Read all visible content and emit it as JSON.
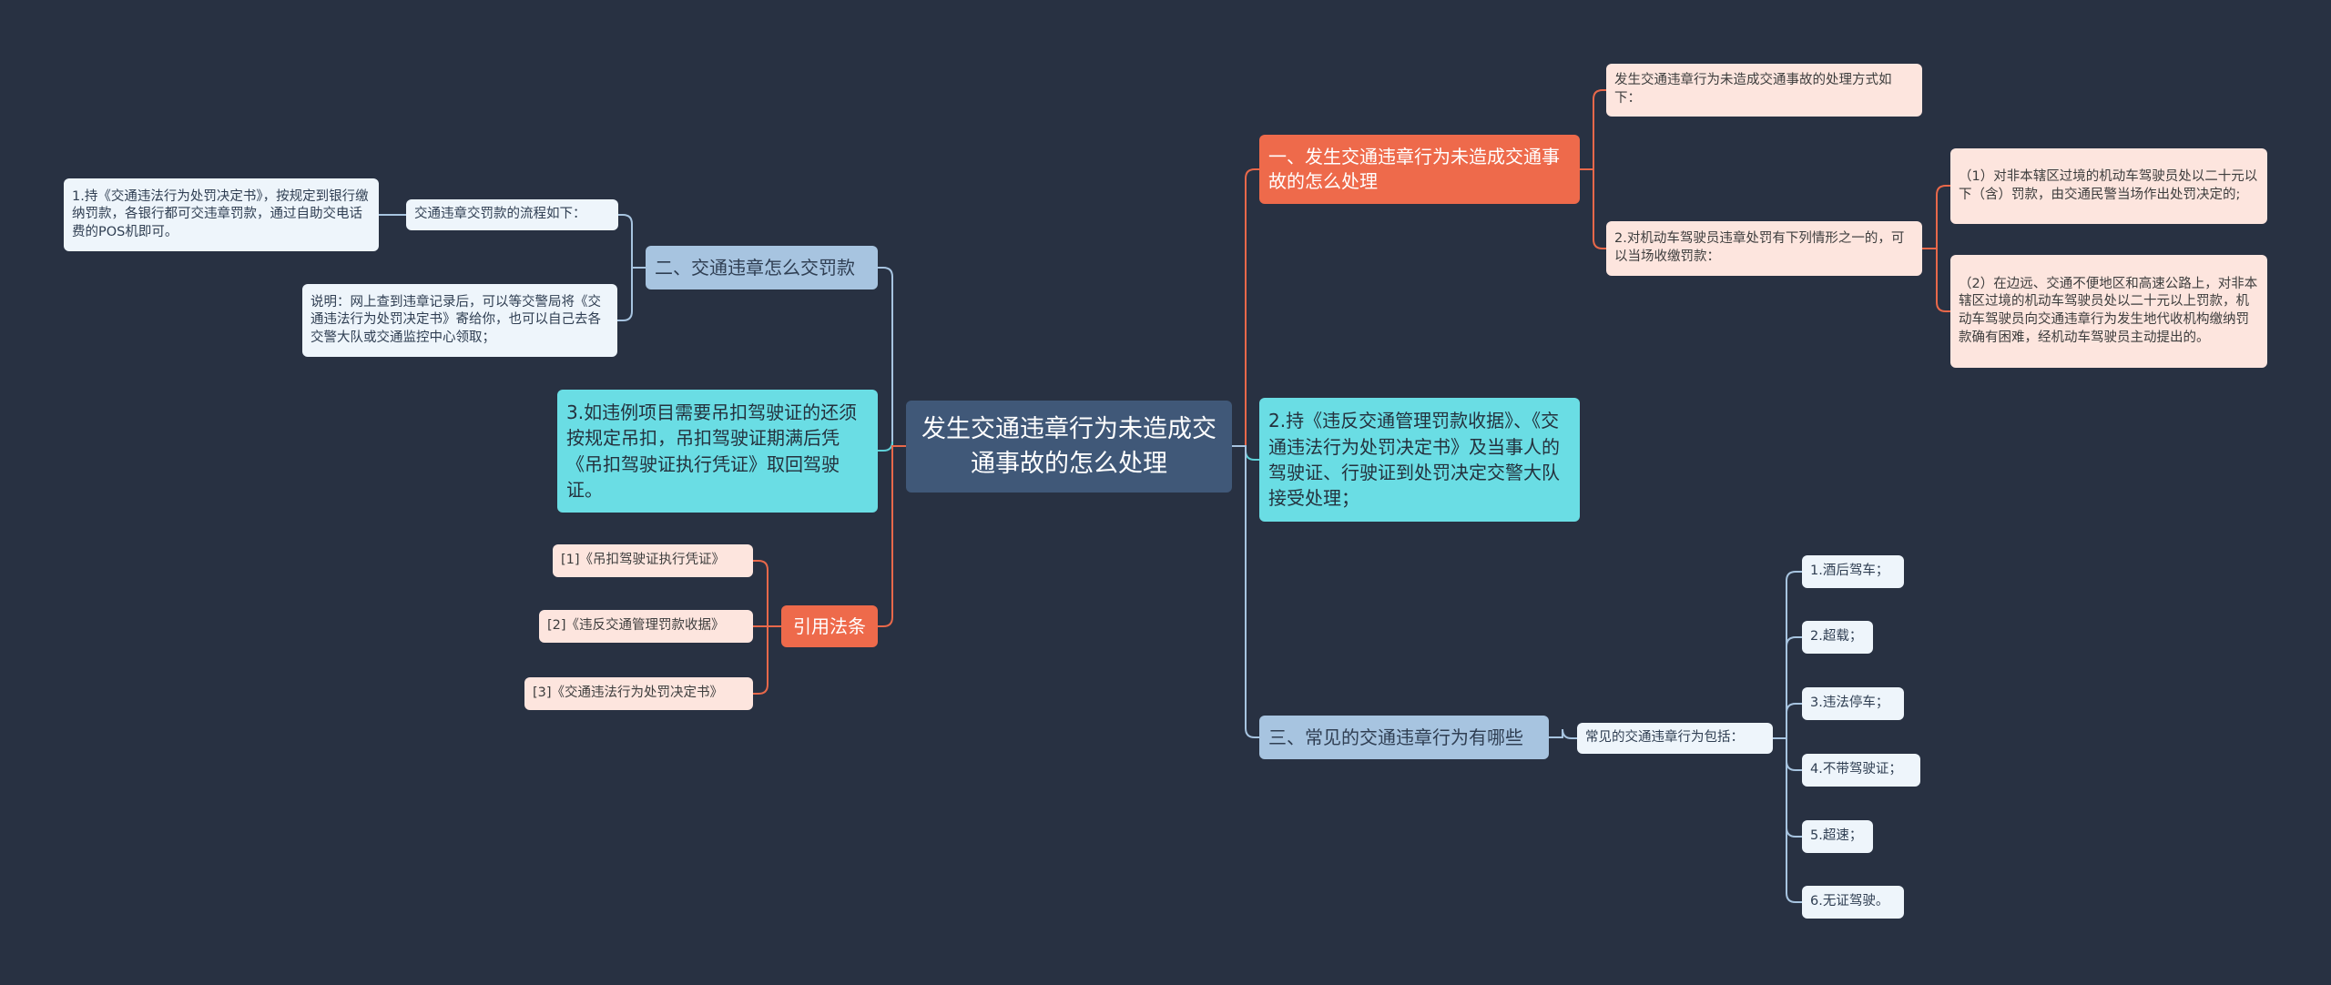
{
  "root": "发生交通违章行为未造成交通事故的怎么处理",
  "right": {
    "branch1": {
      "title": "一、发生交通违章行为未造成交通事故的怎么处理",
      "item1": "发生交通违章行为未造成交通事故的处理方式如下：",
      "item2": "2.对机动车驾驶员违章处罚有下列情形之一的，可以当场收缴罚款：",
      "item2_children": [
        "（1）对非本辖区过境的机动车驾驶员处以二十元以下（含）罚款，由交通民警当场作出处罚决定的;",
        "（2）在边远、交通不便地区和高速公路上，对非本辖区过境的机动车驾驶员处以二十元以上罚款，机动车驾驶员向交通违章行为发生地代收机构缴纳罚款确有困难，经机动车驾驶员主动提出的。"
      ]
    },
    "branch2": {
      "title": "2.持《违反交通管理罚款收据》、《交通违法行为处罚决定书》及当事人的驾驶证、行驶证到处罚决定交警大队接受处理；"
    },
    "branch3": {
      "title": "三、常见的交通违章行为有哪些",
      "sub": "常见的交通违章行为包括：",
      "items": [
        "1.酒后驾车；",
        "2.超载；",
        "3.违法停车；",
        "4.不带驾驶证；",
        "5.超速；",
        "6.无证驾驶。"
      ]
    }
  },
  "left": {
    "branch1": {
      "title": "二、交通违章怎么交罚款",
      "sub1": "交通违章交罚款的流程如下：",
      "sub1_child": "1.持《交通违法行为处罚决定书》，按规定到银行缴纳罚款，各银行都可交违章罚款，通过自助交电话费的POS机即可。",
      "sub2": "说明：网上查到违章记录后，可以等交警局将《交通违法行为处罚决定书》寄给你，也可以自己去各交警大队或交通监控中心领取；"
    },
    "branch2": {
      "title": "3.如违例项目需要吊扣驾驶证的还须按规定吊扣，吊扣驾驶证期满后凭《吊扣驾驶证执行凭证》取回驾驶证。"
    },
    "branch3": {
      "title": "引用法条",
      "items": [
        "[1]《吊扣驾驶证执行凭证》",
        "[2]《违反交通管理罚款收据》",
        "[3]《交通违法行为处罚决定书》"
      ]
    }
  },
  "colors": {
    "background": "#283142",
    "root": "#405878",
    "orange": "#ee6a4b",
    "light_blue": "#a7c4e0",
    "cyan": "#6adde4",
    "peach": "#fde5de",
    "pale_blue": "#eef5fb",
    "link_orange": "#e8684a",
    "link_blue": "#a7c4e0",
    "link_cyan": "#5fd0d8"
  }
}
